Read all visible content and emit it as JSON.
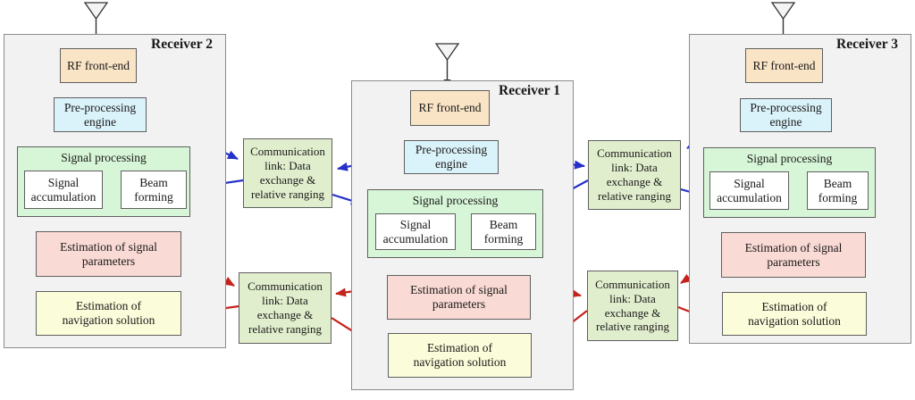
{
  "colors": {
    "canvas_bg": "#ffffff",
    "receiver_bg": "#f2f2f2",
    "receiver_border": "#8c8c8c",
    "block_border": "#5f5f5f",
    "rf_fill": "#f9e4c5",
    "pre_fill": "#daf2f9",
    "sp_fill": "#d7f5d7",
    "comm_fill": "#e1eecd",
    "est_sig_fill": "#fadad4",
    "est_nav_fill": "#fbfcd9",
    "blue_arrow": "#2531c9",
    "red_arrow": "#c5221c",
    "black_arrow": "#333333"
  },
  "icons": [
    {
      "name": "antenna-icon",
      "shape": "inverted-triangle-with-mast"
    }
  ],
  "receivers": [
    {
      "label": "Receiver 2",
      "antenna_icon": "antenna-icon",
      "blocks": {
        "rf": "RF front-end",
        "pre": "Pre-processing\nengine",
        "sp_title": "Signal processing",
        "sig_acc": "Signal\naccumulation",
        "beam": "Beam\nforming",
        "est_sig": "Estimation of signal\nparameters",
        "est_nav": "Estimation of\nnavigation solution"
      }
    },
    {
      "label": "Receiver 1",
      "antenna_icon": "antenna-icon",
      "blocks": {
        "rf": "RF front-end",
        "pre": "Pre-processing\nengine",
        "sp_title": "Signal processing",
        "sig_acc": "Signal\naccumulation",
        "beam": "Beam\nforming",
        "est_sig": "Estimation of signal\nparameters",
        "est_nav": "Estimation of\nnavigation solution"
      }
    },
    {
      "label": "Receiver 3",
      "antenna_icon": "antenna-icon",
      "blocks": {
        "rf": "RF front-end",
        "pre": "Pre-processing\nengine",
        "sp_title": "Signal processing",
        "sig_acc": "Signal\naccumulation",
        "beam": "Beam\nforming",
        "est_sig": "Estimation of signal\nparameters",
        "est_nav": "Estimation of\nnavigation solution"
      }
    }
  ],
  "comm_links": [
    {
      "position": "top-left",
      "label": "Communication\nlink:  Data\nexchange &\nrelative ranging"
    },
    {
      "position": "top-right",
      "label": "Communication\nlink:  Data\nexchange &\nrelative ranging"
    },
    {
      "position": "bottom-left",
      "label": "Communication\nlink:  Data\nexchange &\nrelative ranging"
    },
    {
      "position": "bottom-right",
      "label": "Communication\nlink:  Data\nexchange &\nrelative ranging"
    }
  ]
}
